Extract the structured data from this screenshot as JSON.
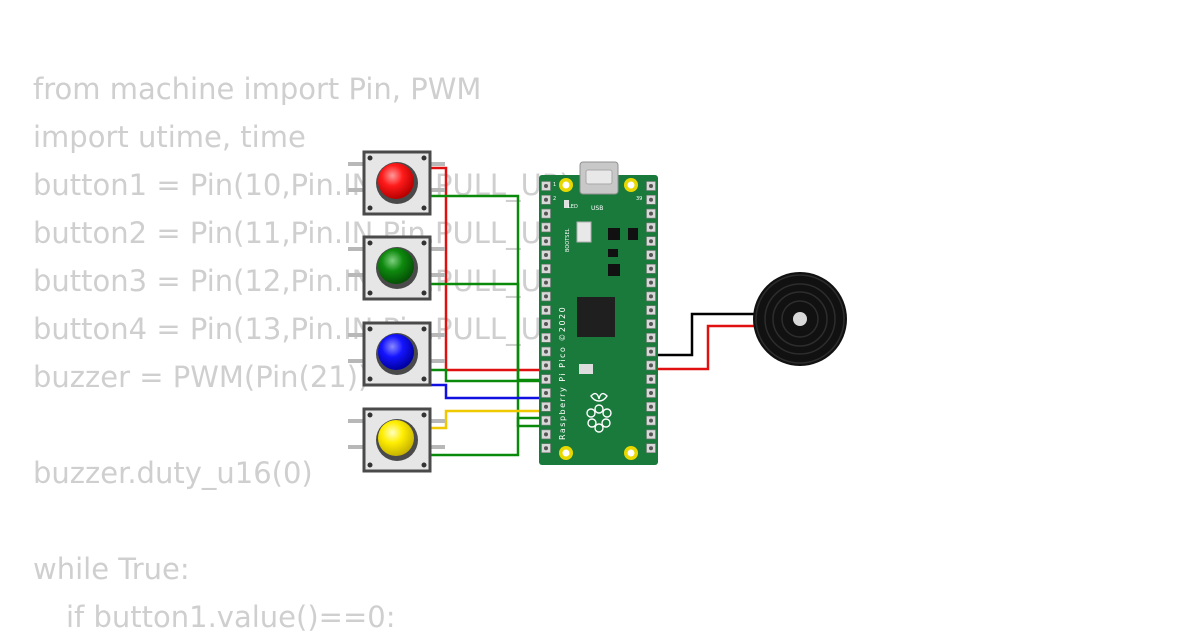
{
  "code_lines": [
    {
      "text": "from machine import Pin, PWM",
      "indent": 0
    },
    {
      "text": "import utime, time",
      "indent": 0
    },
    {
      "text": "button1 = Pin(10,Pin.IN,Pin.PULL_UP)",
      "indent": 0
    },
    {
      "text": "button2 = Pin(11,Pin.IN,Pin.PULL_UP)",
      "indent": 0
    },
    {
      "text": "button3 = Pin(12,Pin.IN,Pin.PULL_UP)",
      "indent": 0
    },
    {
      "text": "button4 = Pin(13,Pin.IN,Pin.PULL_UP)",
      "indent": 0
    },
    {
      "text": "buzzer = PWM(Pin(21))",
      "indent": 0
    },
    {
      "text": "",
      "indent": 0
    },
    {
      "text": "buzzer.duty_u16(0)",
      "indent": 0
    },
    {
      "text": "",
      "indent": 0
    },
    {
      "text": "while True:",
      "indent": 0
    },
    {
      "text": "if button1.value()==0:",
      "indent": 1
    }
  ],
  "board": {
    "name": "Raspberry Pi Pico ©2020",
    "led_label": "LED",
    "usb_label": "USB",
    "bootsel_label": "BOOTSEL",
    "pin_label_1": "1",
    "pin_label_2": "2",
    "pin_label_39": "39",
    "color": "#1a7a3c"
  },
  "buttons": [
    {
      "name": "red",
      "color": "#ff1a1a"
    },
    {
      "name": "green",
      "color": "#0e8a0e"
    },
    {
      "name": "blue",
      "color": "#1414ff"
    },
    {
      "name": "yellow",
      "color": "#ffee00"
    }
  ],
  "wire_colors": {
    "red": "#e01010",
    "green": "#0a8a0a",
    "blue": "#1010e0",
    "yellow": "#f0c800",
    "black": "#000000"
  },
  "icons": [
    "raspberry-logo-icon",
    "usb-port-icon",
    "buzzer-icon"
  ]
}
